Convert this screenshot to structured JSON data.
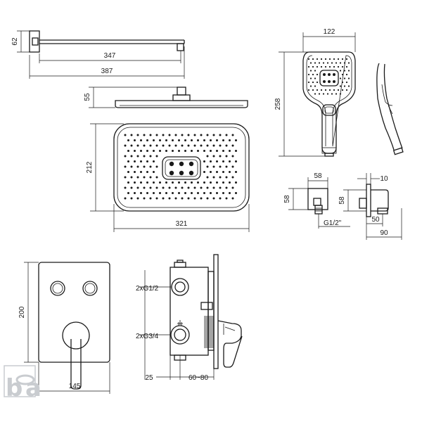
{
  "dimensions": {
    "arm_height": "62",
    "arm_reach": "347",
    "arm_total": "387",
    "head_height": "55",
    "head_depth": "212",
    "head_width": "321",
    "hand_width": "122",
    "hand_length": "258",
    "elbow_width": "58",
    "elbow_height": "58",
    "elbow_side_height": "58",
    "elbow_plate": "10",
    "elbow_outlet": "50",
    "elbow_depth": "90",
    "thread_outlet": "G1/2\"",
    "plate_height": "200",
    "plate_width": "145",
    "conn_small": "2xG1/2",
    "conn_large": "2xG3/4",
    "box_setback": "25",
    "box_depth_range": "60~80"
  },
  "colors": {
    "line": "#1a1a1a",
    "logo": "#c9ccd0"
  }
}
